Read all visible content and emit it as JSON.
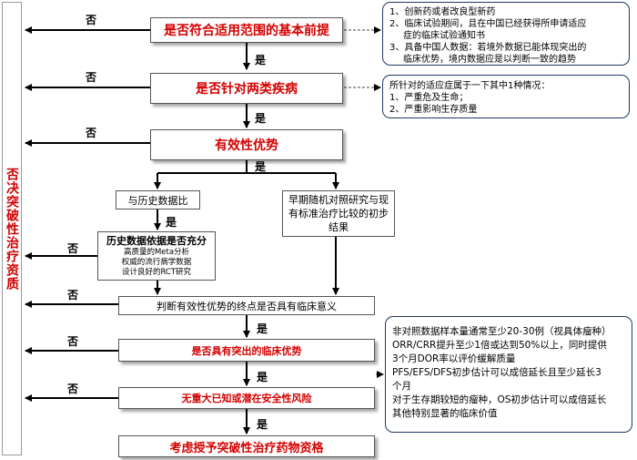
{
  "sidebar": {
    "label": "否决突破性治疗资质"
  },
  "steps": {
    "basic_premise": "是否符合适用范围的基本前提",
    "two_diseases": "是否针对两类疾病",
    "efficacy": "有效性优势",
    "historical": "与历史数据比",
    "early_rct": "早期随机对照研究与现有标准治疗比较的初步结果",
    "sufficiency_title": "历史数据依据是否充分",
    "sufficiency_items": [
      "高质量的Meta分析",
      "权威的流行病学数据",
      "设计良好的RCT研究"
    ],
    "endpoint": "判断有效性优势的终点是否具有临床意义",
    "clinical_adv": "是否具有突出的临床优势",
    "safety": "无重大已知或潜在安全性风险",
    "grant": "考虑授予突破性治疗药物资格"
  },
  "labels": {
    "yes": "是",
    "no": "否"
  },
  "notes": {
    "premise": [
      "1、创新药或者改良型新药",
      "2、临床试验期间，且在中国已经获得所申请适应",
      "症的临床试验通知书",
      "3、具备中国人数据：若境外数据已能体现突出的",
      "临床优势，境内数据应是以判断一致的趋势"
    ],
    "diseases": [
      "所针对的适应症属于一下其中1种情况：",
      "1、严重危及生命；",
      "2、严重影响生存质量"
    ],
    "criteria": [
      "非对照数据样本量通常至少20-30例（视具体瘤种）",
      "ORR/CRR提升至少1倍或达到50%以上，同时提供",
      "3个月DOR率以评价缓解质量",
      "PFS/EFS/DFS初步估计可以成倍延长且至少延长3",
      "个月",
      "对于生存期较短的瘤种，OS初步估计可以成倍延长",
      "其他特别显著的临床价值"
    ]
  },
  "colors": {
    "accent_red": "#d40000",
    "note_border": "#1f3864"
  }
}
